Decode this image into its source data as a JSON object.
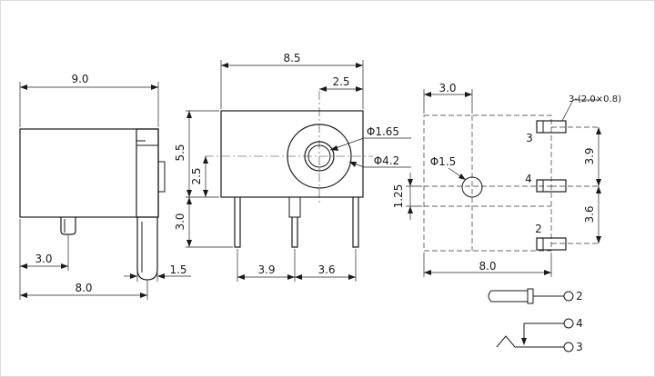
{
  "side_view": {
    "width_top": "9.0",
    "width_bottom": "8.0",
    "pin_offset": "3.0",
    "pin_dia": "1.5"
  },
  "front_view": {
    "width": "8.5",
    "hole_offset": "2.5",
    "height": "5.5",
    "hole_height": "2.5",
    "pin_height": "3.0",
    "inner_dia": "Φ1.65",
    "outer_dia": "Φ4.2",
    "pin_spacing_left": "3.9",
    "pin_spacing_right": "3.6"
  },
  "footprint": {
    "top_offset": "3.0",
    "pad_spec": "3-(2.0×0.8)",
    "hole_dia": "Φ1.5",
    "right_upper": "3.9",
    "right_lower": "3.6",
    "left_offset": "1.25",
    "width": "8.0",
    "pad3_label": "3",
    "pad4_label": "4",
    "pad2_label": "2"
  },
  "schematic": {
    "pin2": "2",
    "pin4": "4",
    "pin3": "3"
  }
}
